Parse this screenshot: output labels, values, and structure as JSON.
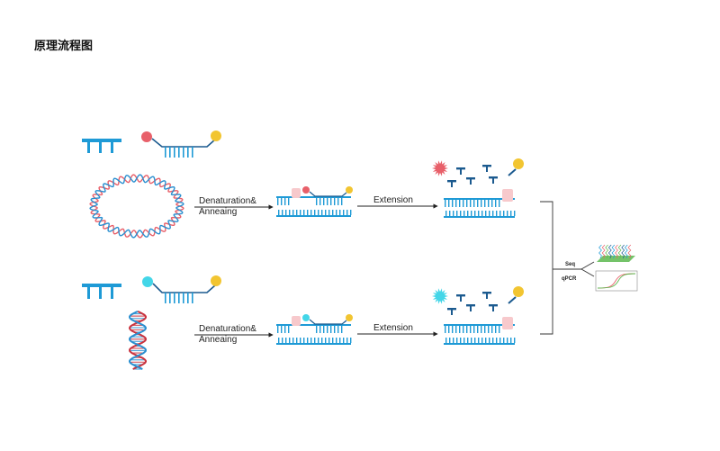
{
  "title": "原理流程图",
  "steps": {
    "denaturation_line1": "Denaturation&",
    "denaturation_line2": "Anneaing",
    "extension": "Extension"
  },
  "outputs": {
    "seq": "Seq",
    "qpcr": "qPCR"
  },
  "colors": {
    "strand_blue": "#1e9ad6",
    "dark_blue": "#1b5a8f",
    "probe_red": "#e8606a",
    "probe_cyan": "#43d6e8",
    "quencher_yellow": "#f2c531",
    "enzyme_pink": "#f7c9cc",
    "helix_red": "#c9333f",
    "helix_blue": "#2a8fd0",
    "plot_green": "#5cb84f"
  }
}
